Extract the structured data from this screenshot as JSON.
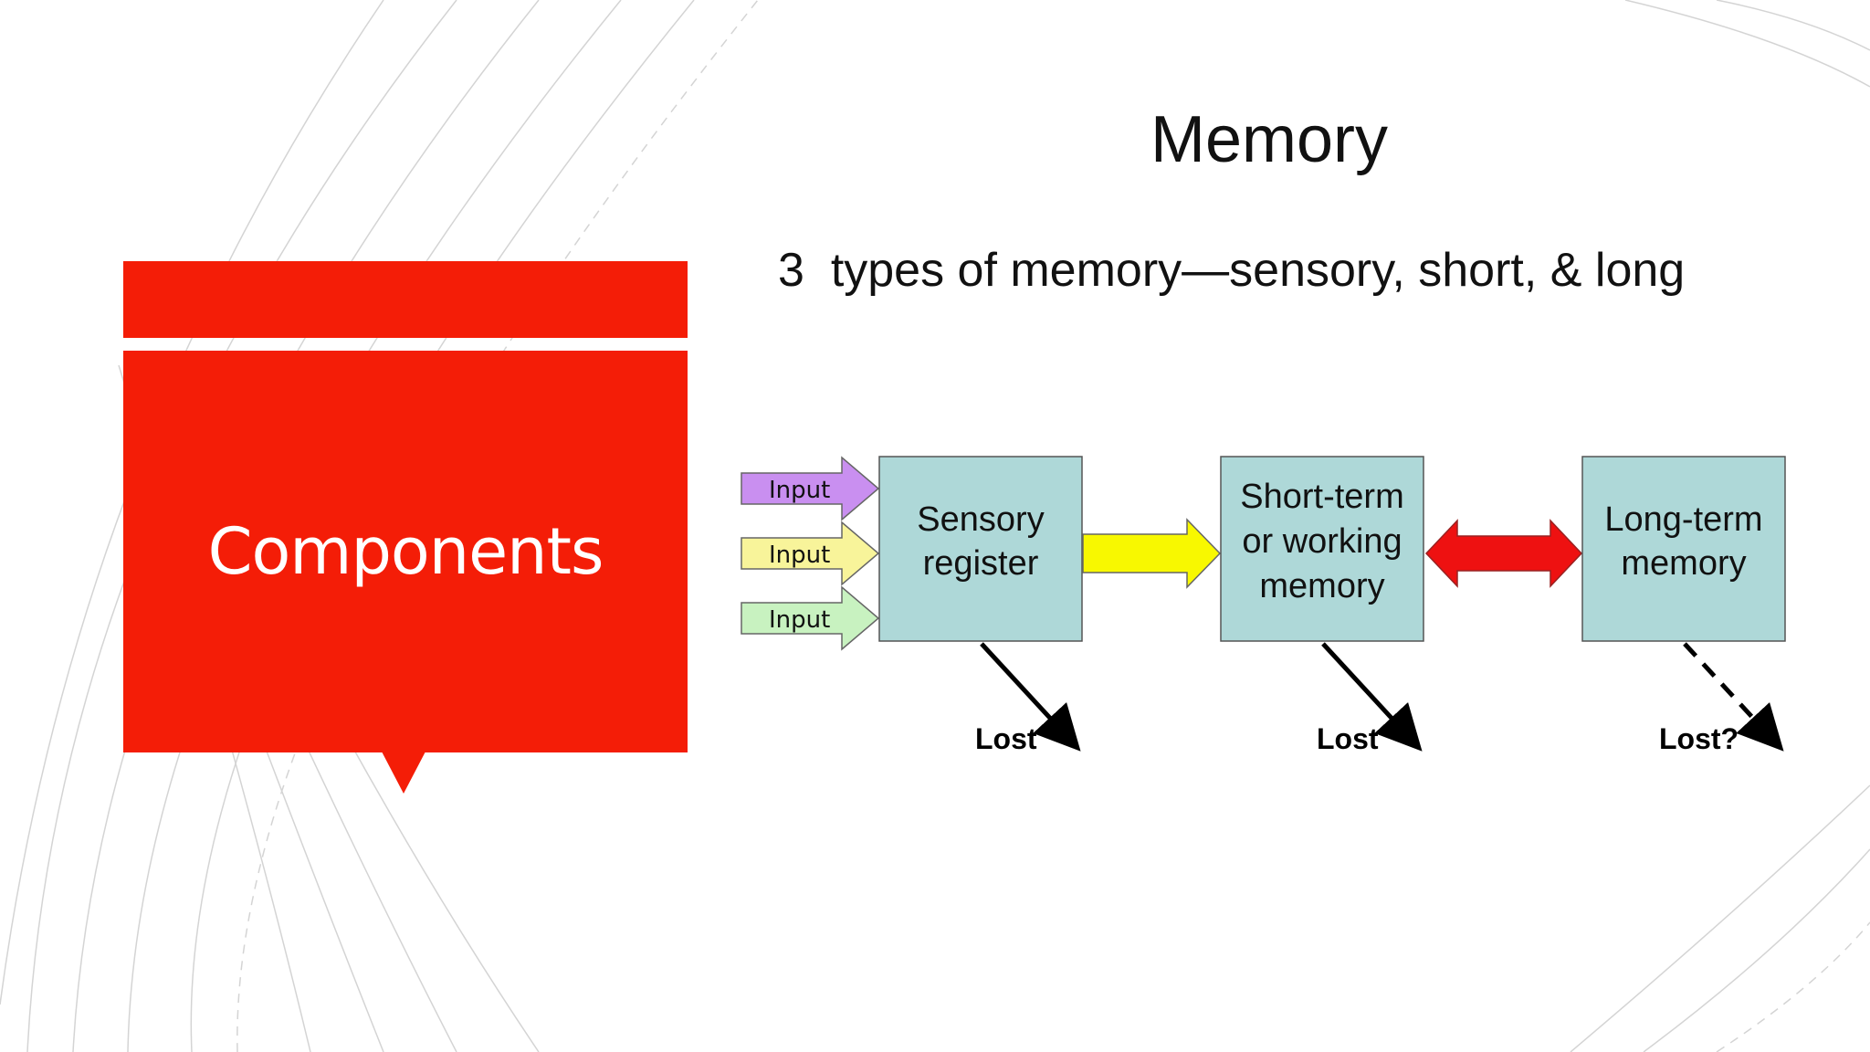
{
  "slide": {
    "title": "Components",
    "heading": "Memory",
    "subheading": "3  types of memory—sensory, short, & long",
    "accent_color": "#f41d07"
  },
  "diagram": {
    "inputs": [
      {
        "label": "Input",
        "color": "#c98ff0"
      },
      {
        "label": "Input",
        "color": "#f8f49a"
      },
      {
        "label": "Input",
        "color": "#c8f2c0"
      }
    ],
    "boxes": {
      "sensory": {
        "lines": [
          "Sensory",
          "register"
        ]
      },
      "short_term": {
        "lines": [
          "Short-term",
          "or working",
          "memory"
        ]
      },
      "long_term": {
        "lines": [
          "Long-term",
          "memory"
        ]
      }
    },
    "box_color": "#aed8d8",
    "arrow_sensory_to_short_color": "#f8f800",
    "arrow_short_long_color": "#ee1111",
    "lost": [
      "Lost",
      "Lost",
      "Lost?"
    ]
  }
}
